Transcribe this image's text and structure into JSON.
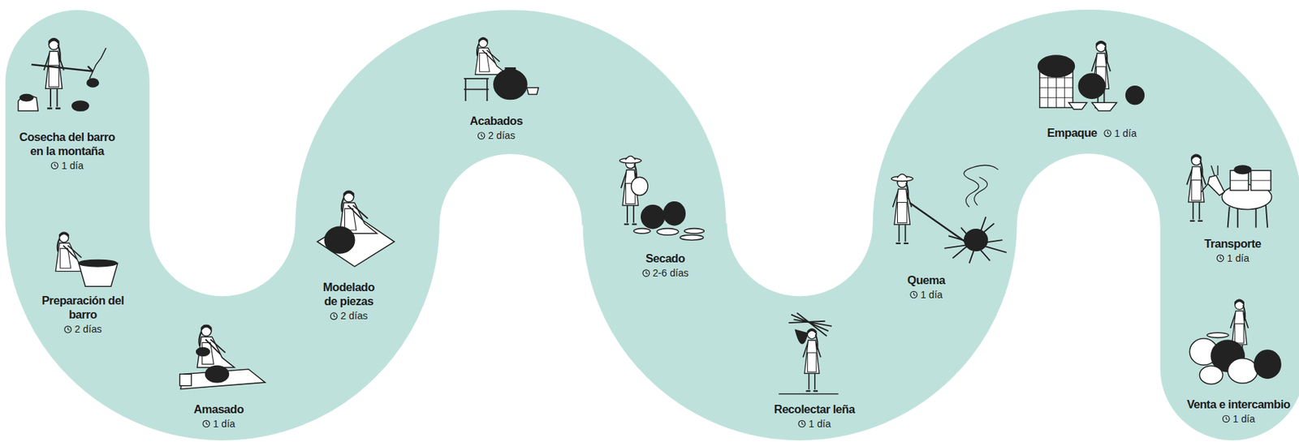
{
  "diagram": {
    "nodes": [
      {
        "text": [
          "Cosecha del barro en la montaña",
          "1 día"
        ]
      },
      {
        "text": [
          "Preparación del barro",
          "2 días"
        ]
      },
      {
        "text": [
          "Amasado",
          "1 día"
        ]
      },
      {
        "text": [
          "Modelado de piezas",
          "2 días"
        ]
      },
      {
        "text": [
          "Acabados",
          "2 días"
        ]
      },
      {
        "text": [
          "Secado",
          "2-6 días"
        ]
      },
      {
        "text": [
          "Recolectar leña",
          "1 día"
        ]
      },
      {
        "text": [
          "Quema",
          "1 día"
        ]
      },
      {
        "text": [
          "Empaque",
          "1 día"
        ]
      },
      {
        "text": [
          "Transporte",
          "1 día"
        ]
      },
      {
        "text": [
          "Venta e intercambio",
          "1 día"
        ]
      }
    ]
  }
}
